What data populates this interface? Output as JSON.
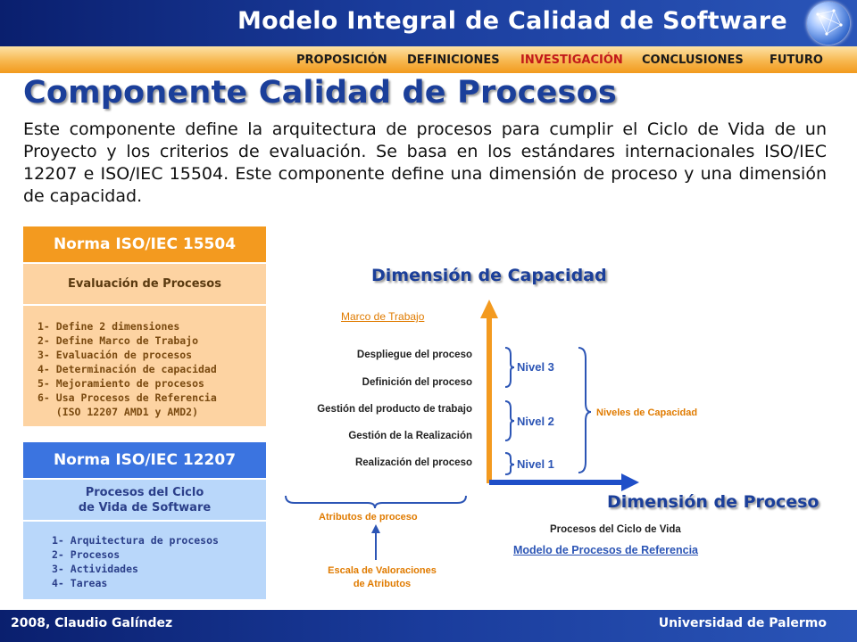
{
  "header": {
    "title": "Modelo Integral de Calidad de Software",
    "logo_icon": "globe-icon"
  },
  "nav": {
    "items": [
      {
        "label": "PROPOSICIÓN",
        "active": false
      },
      {
        "label": "DEFINICIONES",
        "active": false
      },
      {
        "label": "INVESTIGACIÓN",
        "active": true
      },
      {
        "label": "CONCLUSIONES",
        "active": false
      },
      {
        "label": "FUTURO",
        "active": false
      }
    ]
  },
  "page": {
    "title": "Componente Calidad de Procesos",
    "intro": "Este componente define la arquitectura de procesos para cumplir el Ciclo de Vida de un Proyecto y los criterios de evaluación. Se basa en los estándares internacionales ISO/IEC 12207 e ISO/IEC 15504. Este componente define una dimensión de proceso y una dimensión de capacidad."
  },
  "box15504": {
    "title": "Norma ISO/IEC 15504",
    "subtitle": "Evaluación de Procesos",
    "items": [
      "1- Define 2 dimensiones",
      "2- Define Marco de Trabajo",
      "3- Evaluación de procesos",
      "4- Determinación de capacidad",
      "5- Mejoramiento de procesos",
      "6- Usa Procesos de Referencia",
      "   (ISO 12207 AMD1 y AMD2)"
    ]
  },
  "box12207": {
    "title": "Norma ISO/IEC 12207",
    "subtitle_line1": "Procesos del Ciclo",
    "subtitle_line2": "de Vida de Software",
    "items": [
      "1- Arquitectura de procesos",
      "2- Procesos",
      "3- Actividades",
      "4- Tareas"
    ]
  },
  "diagram": {
    "capacity_title": "Dimensión de Capacidad",
    "process_title": "Dimensión de Proceso",
    "framework_link": "Marco de Trabajo",
    "attributes": [
      "Despliegue del proceso",
      "Definición del proceso",
      "Gestión del producto de trabajo",
      "Gestión de la Realización",
      "Realización del proceso"
    ],
    "levels": [
      "Nivel 3",
      "Nivel 2",
      "Nivel 1"
    ],
    "levels_group": "Niveles de Capacidad",
    "attributes_group": "Atributos de proceso",
    "rating_scale_line1": "Escala de Valoraciones",
    "rating_scale_line2": "de Atributos",
    "lifecycle_processes": "Procesos del Ciclo de Vida",
    "reference_model_link": "Modelo de Procesos de Referencia"
  },
  "footer": {
    "left": "2008, Claudio Galíndez",
    "right": "Universidad de Palermo"
  }
}
